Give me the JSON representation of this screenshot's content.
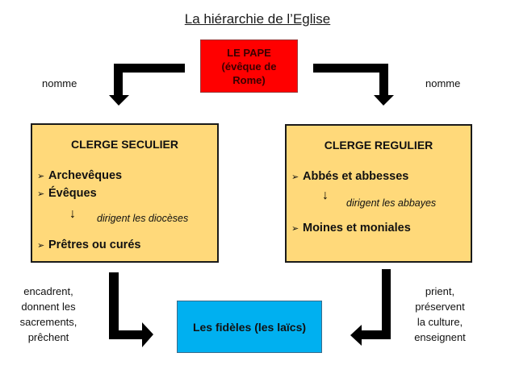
{
  "title": "La hiérarchie de l’Eglise",
  "pope": {
    "lines": [
      "LE PAPE",
      "(évêque de",
      "Rome)"
    ]
  },
  "labels": {
    "left_nomme": "nomme",
    "right_nomme": "nomme"
  },
  "secular": {
    "title": "CLERGE SECULIER",
    "items": [
      "Archevêques",
      "Évêques",
      "Prêtres ou curés"
    ],
    "note": "dirigent les diocèses"
  },
  "regular": {
    "title": "CLERGE REGULIER",
    "items": [
      "Abbés et abbesses",
      "Moines et moniales"
    ],
    "note": "dirigent les abbayes"
  },
  "faithful": "Les fidèles (les laïcs)",
  "secular_roles": [
    "encadrent,",
    "donnent les",
    "sacrements,",
    "prêchent"
  ],
  "regular_roles": [
    "prient,",
    "préservent",
    "la culture,",
    "enseignent"
  ],
  "icons": {
    "bullet": "➢",
    "down_arrow": "↓"
  },
  "colors": {
    "pope": "#ff0000",
    "clergy": "#ffd97a",
    "faithful": "#00b0f0",
    "arrow": "#000000"
  }
}
